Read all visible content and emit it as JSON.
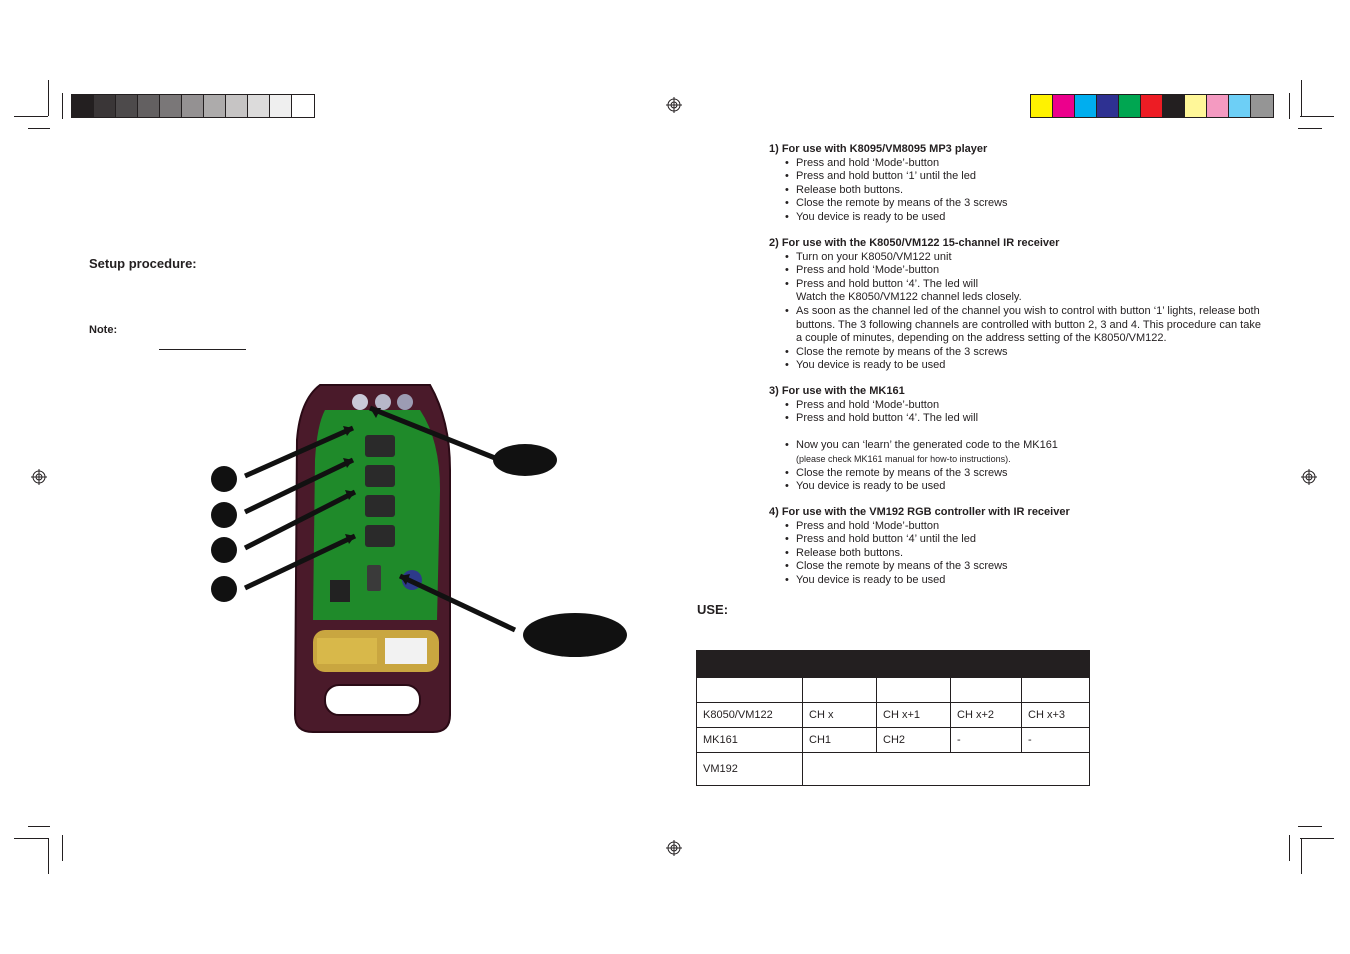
{
  "color_bars": {
    "grays": [
      "#231f20",
      "#3a3637",
      "#4d4a4b",
      "#636061",
      "#7a7778",
      "#949192",
      "#adabab",
      "#c6c4c4",
      "#dcdbdb",
      "#efefef",
      "#ffffff"
    ],
    "colors": [
      "#fff200",
      "#ec008c",
      "#00aeef",
      "#2e3192",
      "#00a651",
      "#ed1c24",
      "#231f20",
      "#fff799",
      "#f49ac1",
      "#6dcff6",
      "#959595"
    ]
  },
  "left": {
    "setup_heading": "Setup procedure:",
    "note_label": "Note:"
  },
  "instructions": [
    {
      "heading": "1)  For use with K8095/VM8095 MP3 player",
      "items": [
        "Press and hold ‘Mode’-button",
        "Press and hold button ‘1’ until the led",
        "Release both buttons.",
        "Close the remote by means of the 3 screws",
        "You device is ready to be used"
      ]
    },
    {
      "heading": "2)  For use with the K8050/VM122 15-channel IR receiver",
      "items": [
        "Turn on your K8050/VM122 unit",
        "Press and hold ‘Mode’-button",
        "Press and hold button ‘4’.  The led will"
      ],
      "continuation": "Watch the K8050/VM122 channel leds closely.",
      "items2": [
        "As soon as the channel led of the channel you wish to control with button ‘1’ lights, release both buttons.  The 3 following channels are controlled with button 2, 3 and 4. This procedure can take a couple of minutes, depending on the address setting of the K8050/VM122.",
        "Close the remote by means of the 3 screws",
        "You device is ready to be used"
      ]
    },
    {
      "heading": "3)  For use with the MK161",
      "items": [
        "Press and hold ‘Mode’-button",
        "Press and hold button ‘4’.  The led will"
      ],
      "items2": [
        "Now you can ‘learn’ the generated code to the MK161"
      ],
      "small": "(please check MK161 manual for how-to instructions).",
      "items3": [
        "Close the remote by means of the 3 screws",
        "You device is ready to be used"
      ]
    },
    {
      "heading": "4)  For use with the VM192 RGB controller with IR receiver",
      "items": [
        "Press and hold ‘Mode’-button",
        "Press and hold button ‘4’ until the led",
        "Release both buttons.",
        "Close the remote by means of the 3 screws",
        "You device is ready to be used"
      ]
    }
  ],
  "use_heading": "USE:",
  "table": {
    "rows": [
      [
        "K8050/VM122",
        "CH x",
        "CH x+1",
        "CH x+2",
        "CH x+3"
      ],
      [
        "MK161",
        "CH1",
        "CH2",
        "-",
        "-"
      ],
      [
        "VM192",
        ""
      ]
    ]
  }
}
